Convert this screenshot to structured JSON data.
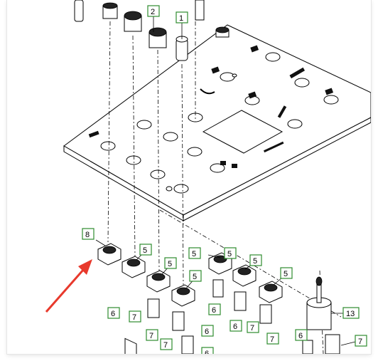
{
  "diagram": {
    "callouts": [
      {
        "id": "1",
        "label": "1"
      },
      {
        "id": "2",
        "label": "2"
      },
      {
        "id": "8",
        "label": "8"
      },
      {
        "id": "5a",
        "label": "5"
      },
      {
        "id": "5b",
        "label": "5"
      },
      {
        "id": "5c",
        "label": "5"
      },
      {
        "id": "5d",
        "label": "5"
      },
      {
        "id": "5e",
        "label": "5"
      },
      {
        "id": "5f",
        "label": "5"
      },
      {
        "id": "5g",
        "label": "5"
      },
      {
        "id": "6a",
        "label": "6"
      },
      {
        "id": "6b",
        "label": "6"
      },
      {
        "id": "6c",
        "label": "6"
      },
      {
        "id": "6d",
        "label": "6"
      },
      {
        "id": "6e",
        "label": "6"
      },
      {
        "id": "6f",
        "label": "6"
      },
      {
        "id": "7a",
        "label": "7"
      },
      {
        "id": "7b",
        "label": "7"
      },
      {
        "id": "7c",
        "label": "7"
      },
      {
        "id": "7d",
        "label": "7"
      },
      {
        "id": "7e",
        "label": "7"
      },
      {
        "id": "7f",
        "label": "7"
      },
      {
        "id": "13",
        "label": "13"
      }
    ],
    "arrow_color": "#e8392c",
    "callout_border_color": "#2e8b2e"
  }
}
